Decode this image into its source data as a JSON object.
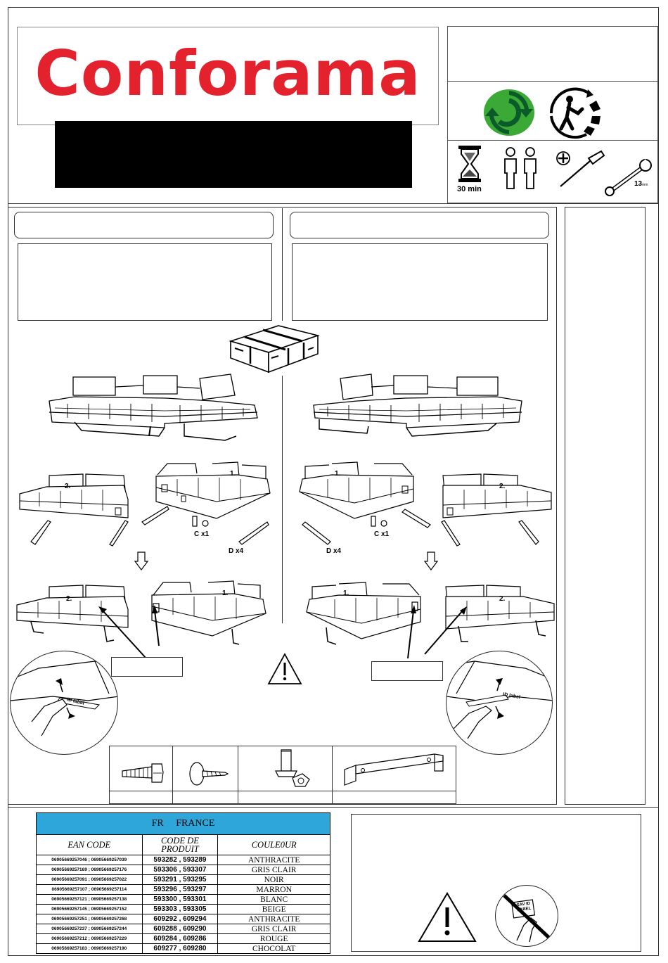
{
  "brand": {
    "name": "Conforama",
    "color": "#e4222e"
  },
  "header": {
    "assembly_time": "30 min",
    "wrench_size": "13",
    "wrench_unit": "mm",
    "icons": [
      "green-dot-icon",
      "triman-recycling-icon",
      "hourglass-icon",
      "two-persons-icon",
      "phillips-screwdriver-icon",
      "wrench-icon"
    ]
  },
  "steps": {
    "left_labels": {
      "sofa_1": "1.",
      "sofa_2": "2.",
      "part_c": "C x1",
      "part_d": "D x4"
    },
    "right_labels": {
      "sofa_1": "1.",
      "sofa_2": "2.",
      "part_c": "C x1",
      "part_d": "D x4"
    },
    "id_label": "ID label"
  },
  "parts_icons": [
    "bolt-icon",
    "screw-icon",
    "foot-connector-icon",
    "bracket-icon"
  ],
  "table": {
    "header_country_code": "FR",
    "header_country": "FRANCE",
    "header_color": "#2ea6d9",
    "columns": [
      "EAN CODE",
      "CODE DE PRODUIT",
      "COULE0UR"
    ],
    "rows": [
      {
        "ean": "06905669257046 ; 06905669257039",
        "code": "593282 , 593289",
        "color": "ANTHRACITE"
      },
      {
        "ean": "06905669257169 ; 06905669257176",
        "code": "593306 , 593307",
        "color": "GRIS CLAIR"
      },
      {
        "ean": "06905669257091 ; 06905669257022",
        "code": "593291 , 593295",
        "color": "NOIR"
      },
      {
        "ean": "06905669257107 ; 06905669257114",
        "code": "593296 , 593297",
        "color": "MARRON"
      },
      {
        "ean": "06905669257121 ; 06905669257138",
        "code": "593300 , 593301",
        "color": "BLANC"
      },
      {
        "ean": "06905669257145 ; 06905669257152",
        "code": "593303 , 593305",
        "color": "BEIGE"
      },
      {
        "ean": "06905669257251 ; 06905669257268",
        "code": "609292 , 609294",
        "color": "ANTHRACITE"
      },
      {
        "ean": "06905669257237 ; 06905669257244",
        "code": "609288 , 609290",
        "color": "GRIS CLAIR"
      },
      {
        "ean": "06905669257212 ; 06905669257229",
        "code": "609284 , 609286",
        "color": "ROUGE"
      },
      {
        "ean": "06905669257183 ; 06905669257190",
        "code": "609277 , 609280",
        "color": "CHOCOLAT"
      }
    ]
  },
  "sav": {
    "label_line1": "SAV ID",
    "label_line2": "LABEL"
  }
}
